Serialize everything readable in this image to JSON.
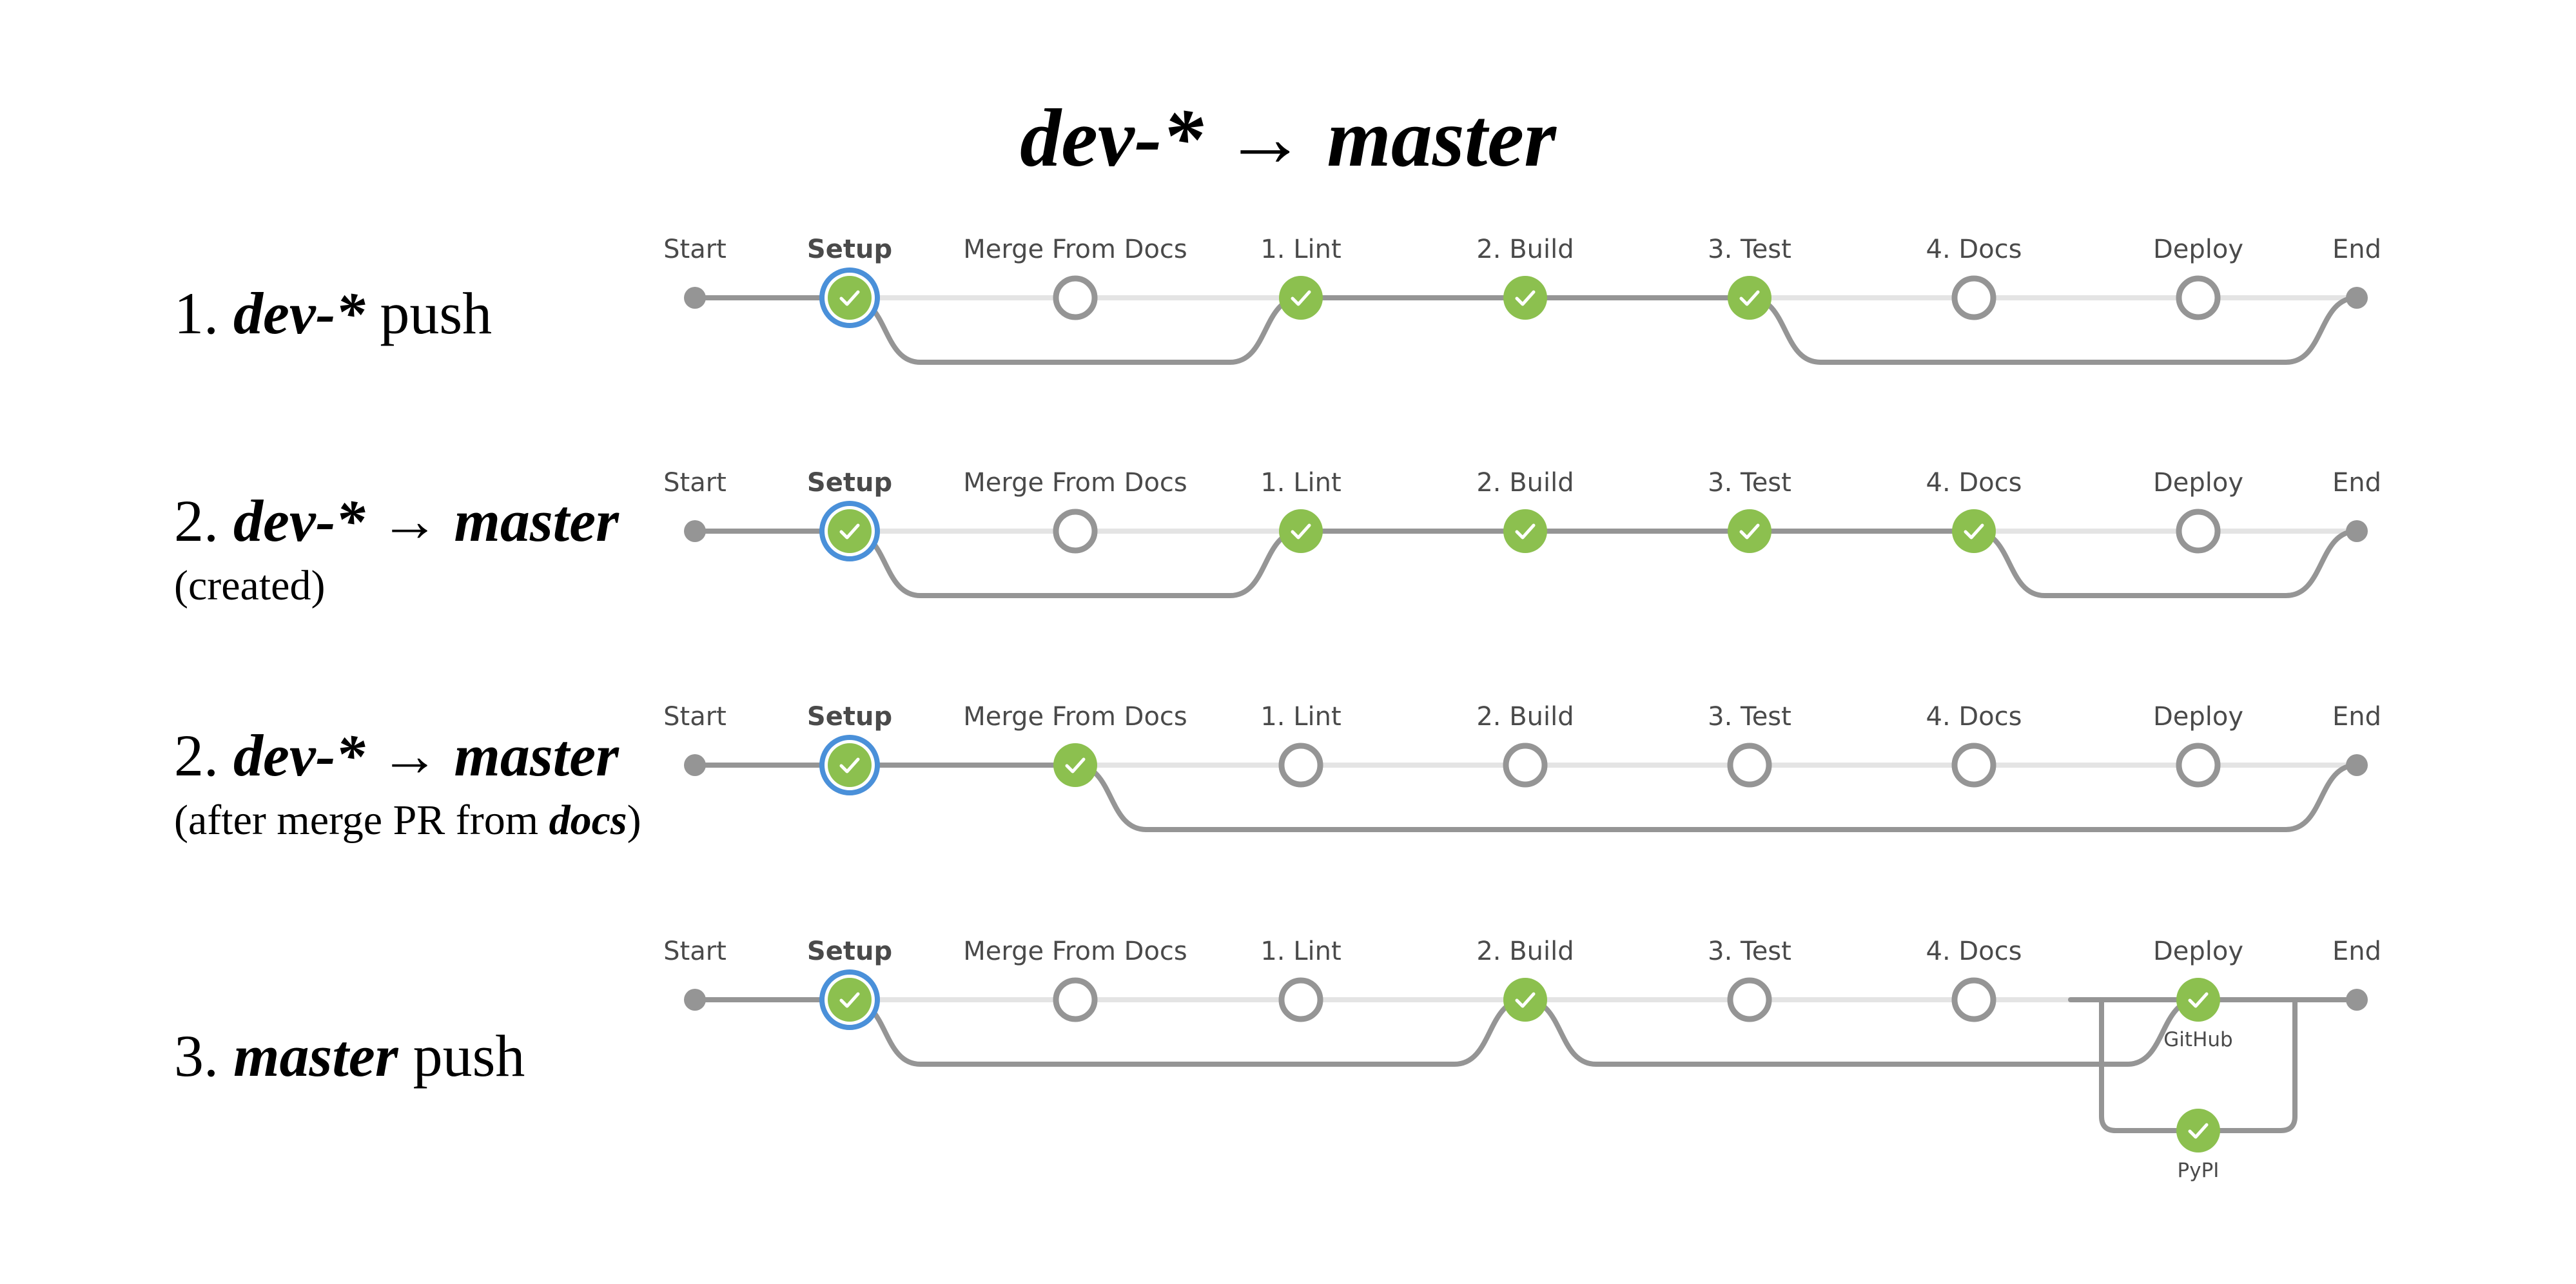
{
  "title": "dev-* → master",
  "colors": {
    "path": "#959595",
    "track": "#e4e4e4",
    "success": "#8cc04f",
    "selected_ring": "#4a90d9",
    "pending": "#959595",
    "check": "#ffffff"
  },
  "rows": [
    {
      "num": "1. ",
      "bold": "dev-*",
      "rest": " push",
      "sub": null,
      "stages": [
        {
          "name": "Start",
          "kind": "cap"
        },
        {
          "name": "Setup",
          "kind": "success",
          "selected": true
        },
        {
          "name": "Merge From Docs",
          "kind": "pending",
          "skipped": true
        },
        {
          "name": "1. Lint",
          "kind": "success"
        },
        {
          "name": "2. Build",
          "kind": "success"
        },
        {
          "name": "3. Test",
          "kind": "success"
        },
        {
          "name": "4. Docs",
          "kind": "pending",
          "skipped": true
        },
        {
          "name": "Deploy",
          "kind": "pending",
          "skipped": true
        },
        {
          "name": "End",
          "kind": "cap"
        }
      ]
    },
    {
      "num": "2. ",
      "bold": "dev-*",
      "arrow": " → ",
      "bold2": "master",
      "rest": "",
      "sub": {
        "pre": "(created)",
        "bold": "",
        "post": ""
      },
      "stages": [
        {
          "name": "Start",
          "kind": "cap"
        },
        {
          "name": "Setup",
          "kind": "success",
          "selected": true
        },
        {
          "name": "Merge From Docs",
          "kind": "pending",
          "skipped": true
        },
        {
          "name": "1. Lint",
          "kind": "success"
        },
        {
          "name": "2. Build",
          "kind": "success"
        },
        {
          "name": "3. Test",
          "kind": "success"
        },
        {
          "name": "4. Docs",
          "kind": "success"
        },
        {
          "name": "Deploy",
          "kind": "pending",
          "skipped": true
        },
        {
          "name": "End",
          "kind": "cap"
        }
      ]
    },
    {
      "num": "2. ",
      "bold": "dev-*",
      "arrow": " → ",
      "bold2": "master",
      "rest": "",
      "sub": {
        "pre": "(after merge PR from ",
        "bold": "docs",
        "post": ")"
      },
      "stages": [
        {
          "name": "Start",
          "kind": "cap"
        },
        {
          "name": "Setup",
          "kind": "success",
          "selected": true
        },
        {
          "name": "Merge From Docs",
          "kind": "success"
        },
        {
          "name": "1. Lint",
          "kind": "pending",
          "skipped": true
        },
        {
          "name": "2. Build",
          "kind": "pending",
          "skipped": true
        },
        {
          "name": "3. Test",
          "kind": "pending",
          "skipped": true
        },
        {
          "name": "4. Docs",
          "kind": "pending",
          "skipped": true
        },
        {
          "name": "Deploy",
          "kind": "pending",
          "skipped": true
        },
        {
          "name": "End",
          "kind": "cap"
        }
      ]
    },
    {
      "num": "3. ",
      "bold": "master",
      "rest": " push",
      "sub": null,
      "stages": [
        {
          "name": "Start",
          "kind": "cap"
        },
        {
          "name": "Setup",
          "kind": "success",
          "selected": true
        },
        {
          "name": "Merge From Docs",
          "kind": "pending",
          "skipped": true
        },
        {
          "name": "1. Lint",
          "kind": "pending",
          "skipped": true
        },
        {
          "name": "2. Build",
          "kind": "success"
        },
        {
          "name": "3. Test",
          "kind": "pending",
          "skipped": true
        },
        {
          "name": "4. Docs",
          "kind": "pending",
          "skipped": true
        },
        {
          "name": "Deploy",
          "kind": "parallel",
          "branches": [
            {
              "name": "GitHub",
              "kind": "success"
            },
            {
              "name": "PyPI",
              "kind": "success"
            }
          ]
        },
        {
          "name": "End",
          "kind": "cap"
        }
      ]
    }
  ]
}
